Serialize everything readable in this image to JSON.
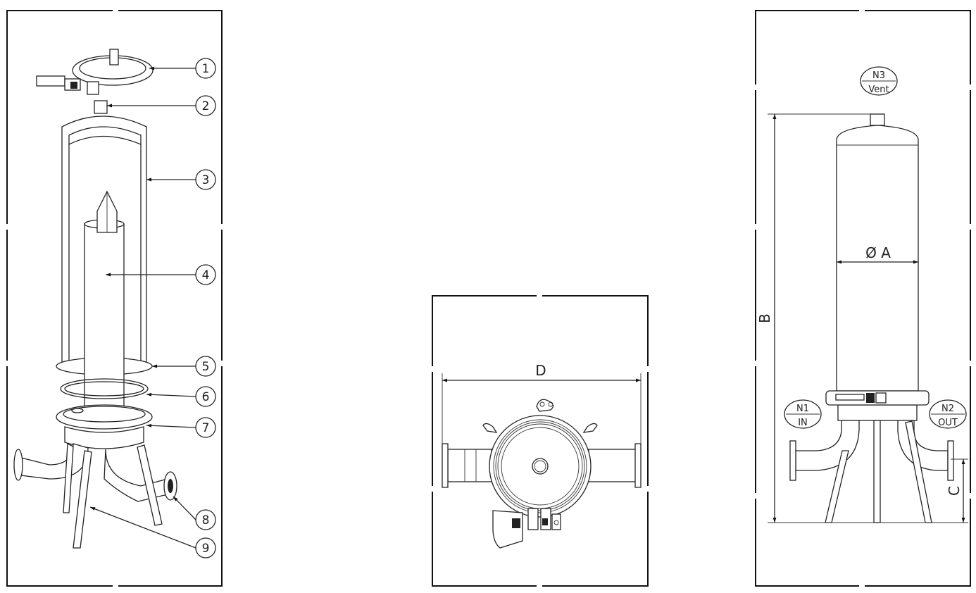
{
  "views": {
    "exploded": {
      "callouts": [
        "1",
        "2",
        "3",
        "4",
        "5",
        "6",
        "7",
        "8",
        "9"
      ]
    },
    "top": {
      "dimension_d": "D"
    },
    "front": {
      "dimension_a": "Ø A",
      "dimension_b": "B",
      "dimension_c": "C",
      "nozzles": [
        {
          "id": "N3",
          "label": "Vent"
        },
        {
          "id": "N1",
          "label": "IN"
        },
        {
          "id": "N2",
          "label": "OUT"
        }
      ]
    }
  }
}
